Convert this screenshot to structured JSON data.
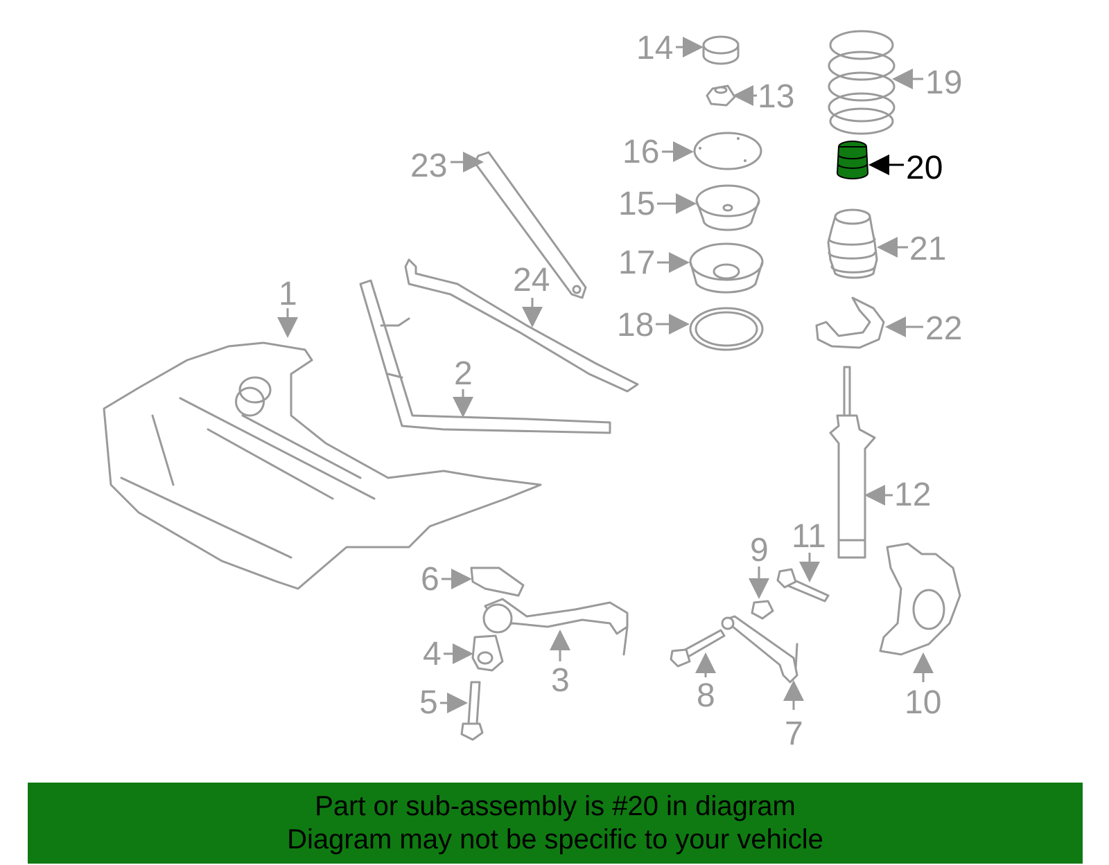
{
  "colors": {
    "line": "#9a9a9a",
    "highlight": "#0f7a12",
    "banner": "#0f7a12"
  },
  "callouts": [
    "1",
    "2",
    "3",
    "4",
    "5",
    "6",
    "7",
    "8",
    "9",
    "10",
    "11",
    "12",
    "13",
    "14",
    "15",
    "16",
    "17",
    "18",
    "19",
    "20",
    "21",
    "22",
    "23",
    "24"
  ],
  "highlighted_part": "20",
  "banner": {
    "line1": "Part or sub-assembly is #20 in diagram",
    "line2": "Diagram may not be specific to your vehicle"
  }
}
